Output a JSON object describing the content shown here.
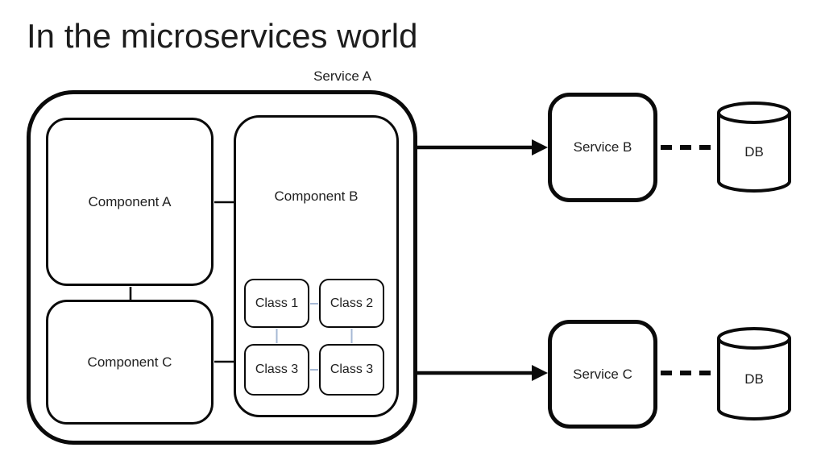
{
  "title": "In the microservices world",
  "diagram": {
    "service_a": {
      "label": "Service A",
      "component_a": {
        "label": "Component A"
      },
      "component_b": {
        "label": "Component B",
        "classes": [
          "Class 1",
          "Class 2",
          "Class 3",
          "Class 3"
        ]
      },
      "component_c": {
        "label": "Component C"
      }
    },
    "service_b": {
      "label": "Service B",
      "database": {
        "label": "DB"
      }
    },
    "service_c": {
      "label": "Service C",
      "database": {
        "label": "DB"
      }
    },
    "relations": [
      "Service A -> Service B (solid arrow)",
      "Service A -> Service C (solid arrow)",
      "Service B -- DB (dashed)",
      "Service C -- DB (dashed)",
      "Component A -- Component B",
      "Component A -- Component C",
      "Component C -- Component B",
      "Class 1 -- Class 2",
      "Class 1 -- Class 3",
      "Class 2 -- Class 3",
      "Class 3 -- Class 3"
    ],
    "colors": {
      "stroke": "#0a0a0a",
      "text": "#1f1f1f",
      "class_connector": "#a6b8d4",
      "background": "#ffffff"
    }
  }
}
